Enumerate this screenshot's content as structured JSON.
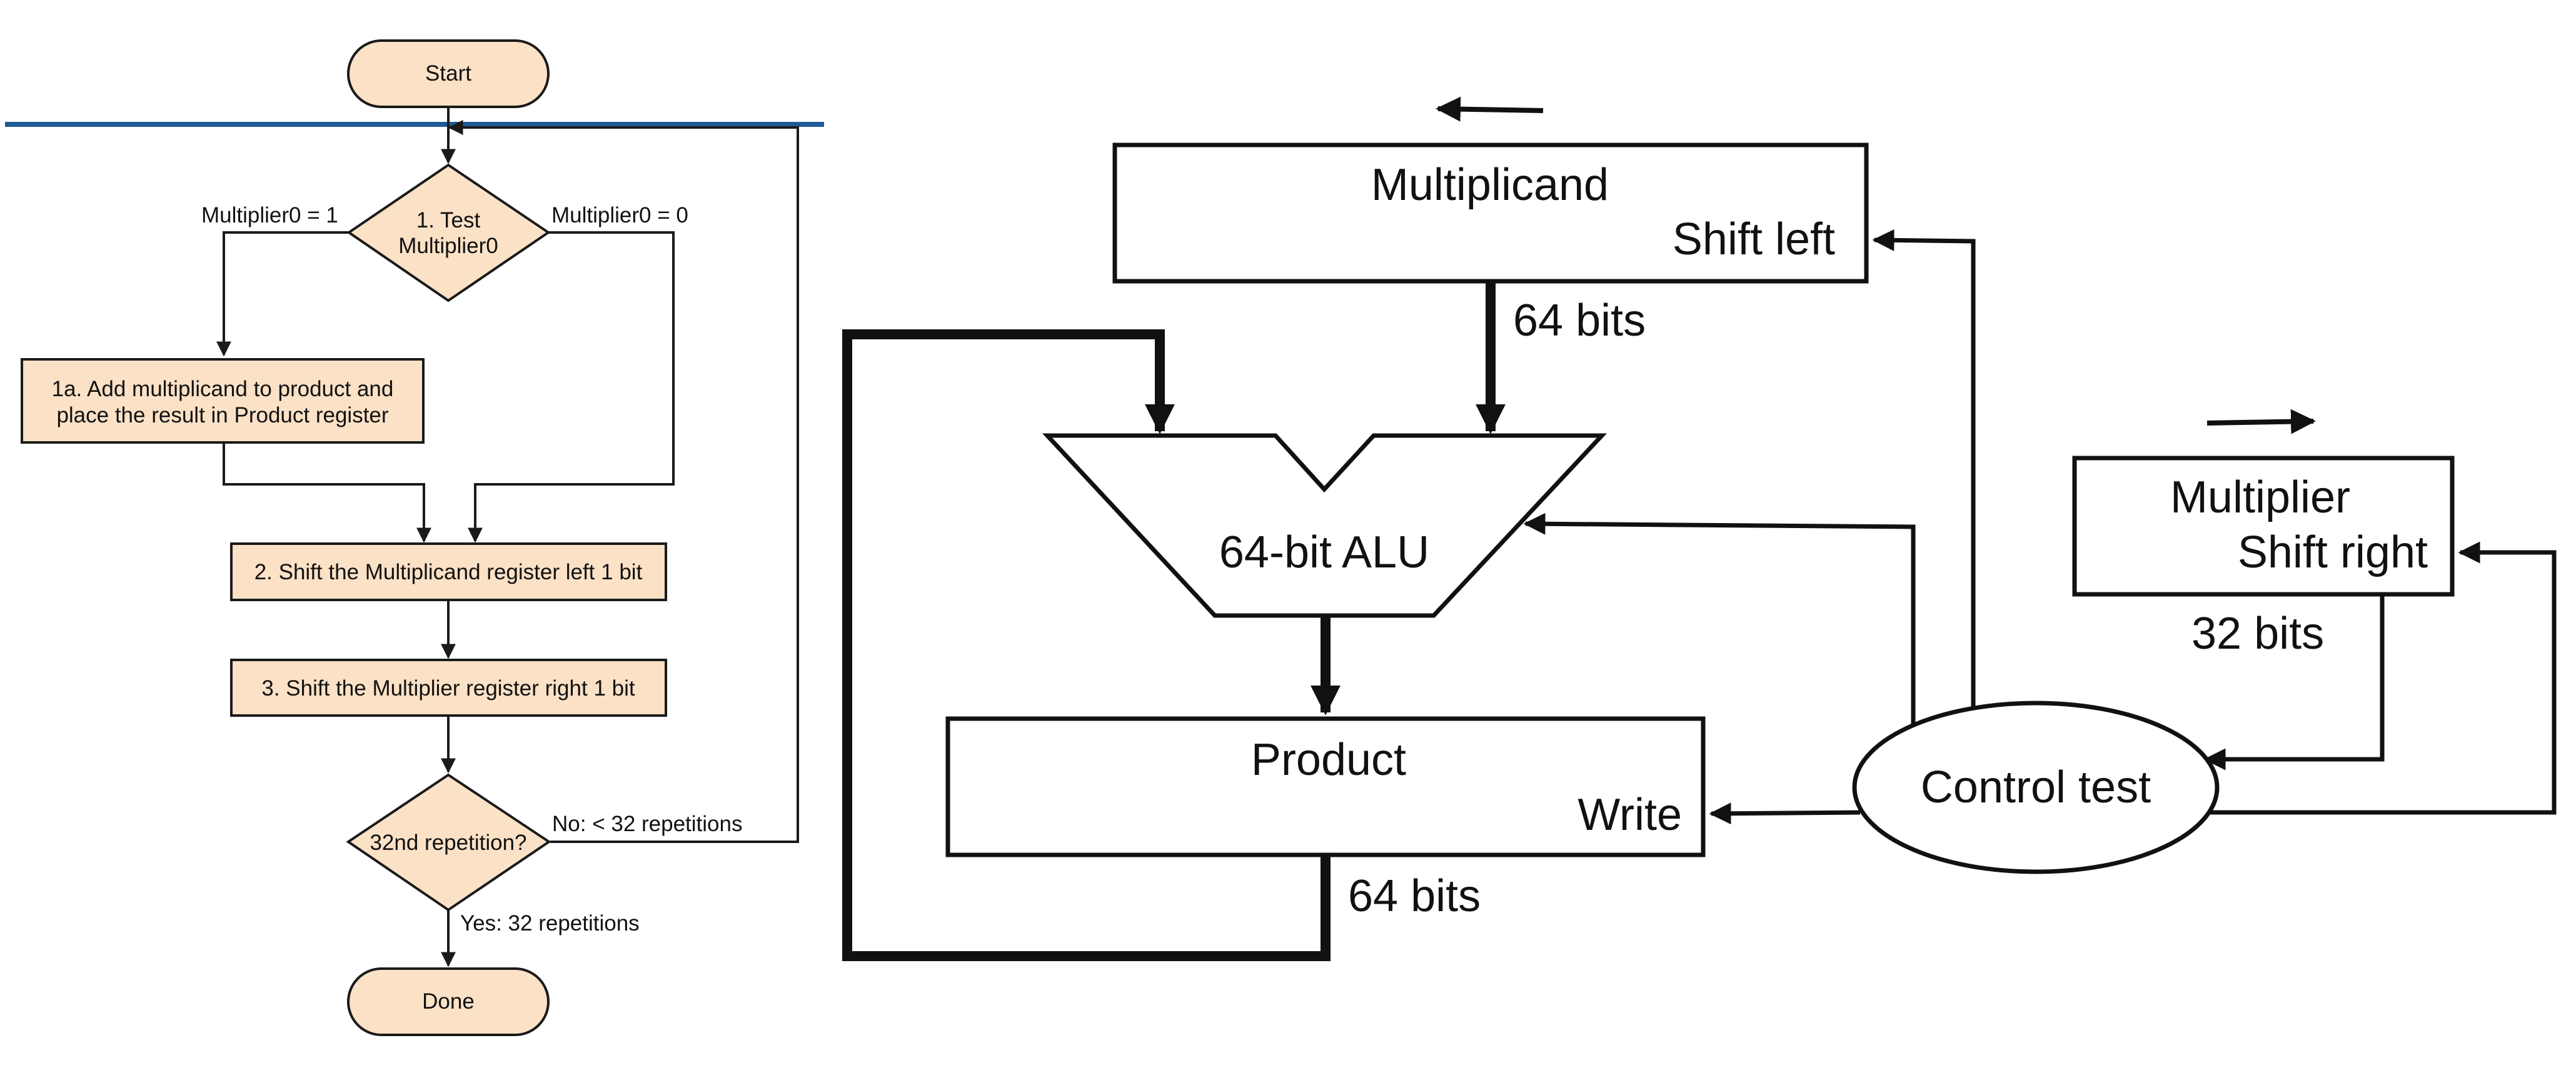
{
  "colors": {
    "node_fill": "#fbe1c6",
    "separator": "#1f5a96",
    "stroke": "#111111",
    "background": "#ffffff"
  },
  "flowchart": {
    "start": "Start",
    "test_line1": "1. Test",
    "test_line2": "Multiplier0",
    "branch_left": "Multiplier0 = 1",
    "branch_right": "Multiplier0 = 0",
    "add_line1": "1a. Add multiplicand to product and",
    "add_line2": "place the result in Product register",
    "shift_left": "2. Shift the Multiplicand register left 1 bit",
    "shift_right": "3. Shift the Multiplier register right 1 bit",
    "repetition": "32nd repetition?",
    "no_label": "No:  < 32 repetitions",
    "yes_label": "Yes:  32 repetitions",
    "done": "Done"
  },
  "hardware": {
    "multiplicand_title": "Multiplicand",
    "multiplicand_op": "Shift left",
    "multiplicand_width": "64 bits",
    "alu_label": "64-bit ALU",
    "product_title": "Product",
    "product_op": "Write",
    "product_width": "64 bits",
    "multiplier_title": "Multiplier",
    "multiplier_op": "Shift right",
    "multiplier_width": "32 bits",
    "control_label": "Control test"
  }
}
